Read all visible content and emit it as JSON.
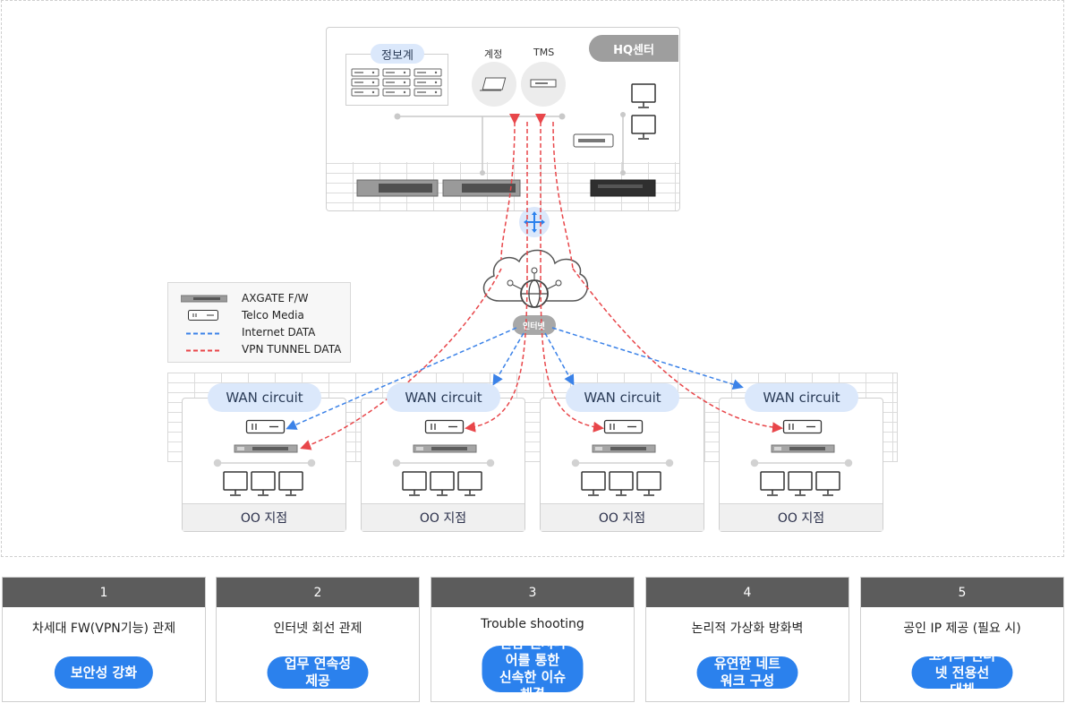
{
  "hq": {
    "badge": "HQ센터",
    "info_label": "정보계",
    "account_label": "계정",
    "tms_label": "TMS"
  },
  "internet_label": "인터넷",
  "legend": [
    {
      "icon": "firewall-icon",
      "label": "AXGATE F/W"
    },
    {
      "icon": "telco-media-icon",
      "label": "Telco Media"
    },
    {
      "icon": "blue-dash-line",
      "label": "Internet DATA",
      "color": "#3b82e8"
    },
    {
      "icon": "red-dash-line",
      "label": "VPN TUNNEL DATA",
      "color": "#e8464a"
    }
  ],
  "branches": [
    {
      "wan": "WAN circuit",
      "name": "OO 지점"
    },
    {
      "wan": "WAN circuit",
      "name": "OO 지점"
    },
    {
      "wan": "WAN circuit",
      "name": "OO 지점"
    },
    {
      "wan": "WAN circuit",
      "name": "OO 지점"
    }
  ],
  "cards": [
    {
      "number": "1",
      "description": "차세대 FW(VPN기능) 관제",
      "button": "보안성 강화"
    },
    {
      "number": "2",
      "description": "인터넷 회선 관제",
      "button": "업무 연속성 제공"
    },
    {
      "number": "3",
      "description": "Trouble shooting",
      "button": "전담 엔지니어를 통한\n신속한 이슈 해결"
    },
    {
      "number": "4",
      "description": "논리적 가상화 방화벽",
      "button": "유연한 네트워크 구성"
    },
    {
      "number": "5",
      "description": "공인 IP 제공 (필요 시)",
      "button": "고가의 인터넷 전용선 대체"
    }
  ],
  "colors": {
    "internet": "#3b82e8",
    "vpn": "#e8464a",
    "accent": "#2b81ed"
  }
}
